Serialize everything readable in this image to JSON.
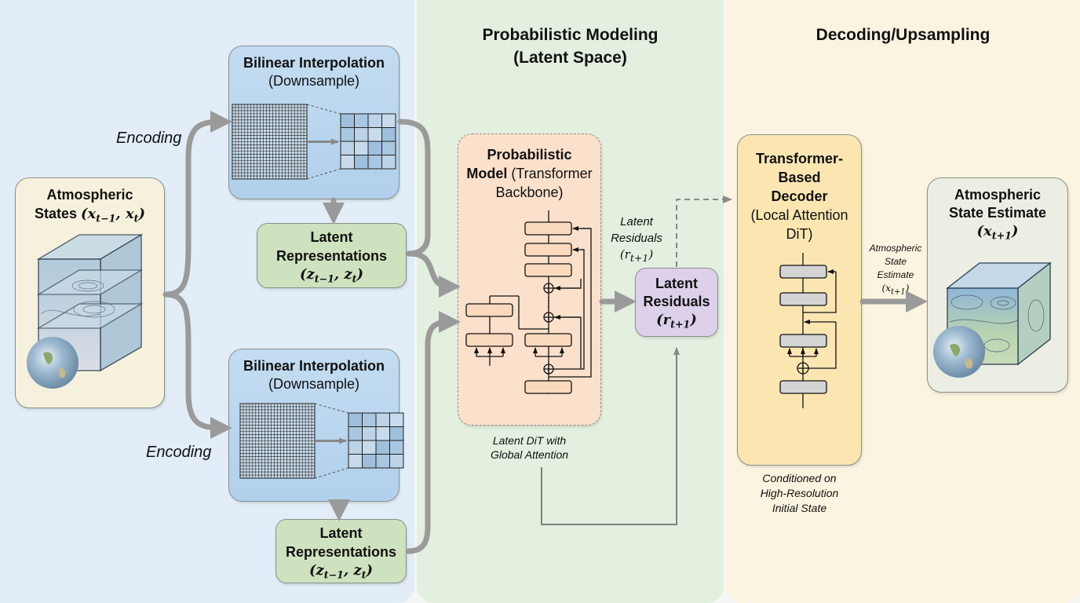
{
  "panels": {
    "encoding": {
      "title": ""
    },
    "probabilistic": {
      "title_line1": "Probabilistic Modeling",
      "title_line2": "(Latent Space)"
    },
    "decoding": {
      "title": "Decoding/Upsampling"
    }
  },
  "colors": {
    "encoding_panel": "#e2edf7",
    "probabilistic_panel": "#e3efdf",
    "decoding_panel": "#fbf4e0",
    "bilinear_box": "#b8d4ee",
    "latent_box": "#cfe2bf",
    "model_box": "#fbe0cb",
    "residual_box": "#dcd0ea",
    "decoder_box": "#fbe6b2",
    "arrow": "#9a9a9a"
  },
  "input": {
    "title": "Atmospheric",
    "title2": "States",
    "math": "(x",
    "sub1": "t−1",
    "mid": ", x",
    "sub2": "t",
    "end": ")",
    "icon": "atmosphere-cube-with-globe"
  },
  "encoding_label_top": "Encoding",
  "encoding_label_bottom": "Encoding",
  "bilinear": {
    "title": "Bilinear Interpolation",
    "subtitle": "(Downsample)"
  },
  "latent_rep": {
    "line1": "Latent",
    "line2": "Representations",
    "math_open": "(z",
    "sub1": "t−1",
    "mid": ", z",
    "sub2": "t",
    "math_close": ")"
  },
  "prob_model": {
    "title1": "Probabilistic",
    "title2_bold": "Model",
    "title2_rest": " (Transformer",
    "title3": "Backbone)",
    "caption1": "Latent DiT with",
    "caption2": "Global Attention"
  },
  "residual_label": {
    "line1": "Latent",
    "line2": "Residuals",
    "math": "(r",
    "sub": "t+1",
    "close": ")"
  },
  "residual_box": {
    "line1": "Latent",
    "line2": "Residuals",
    "math": "(r",
    "sub": "t+1",
    "close": ")"
  },
  "decoder": {
    "line1": "Transformer-",
    "line2": "Based",
    "line3": "Decoder",
    "line4": "(Local Attention",
    "line5": "DiT)",
    "caption1": "Conditioned on",
    "caption2": "High-Resolution",
    "caption3": "Initial State"
  },
  "estimate_label": {
    "line1": "Atmospheric",
    "line2": "State",
    "line3": "Estimate",
    "math": "(x",
    "sub": "t+1",
    "close": ")"
  },
  "output": {
    "line1": "Atmospheric",
    "line2": "State Estimate",
    "math": "(x",
    "sub": "t+1",
    "close": ")",
    "icon": "atmosphere-cube-with-globe"
  }
}
